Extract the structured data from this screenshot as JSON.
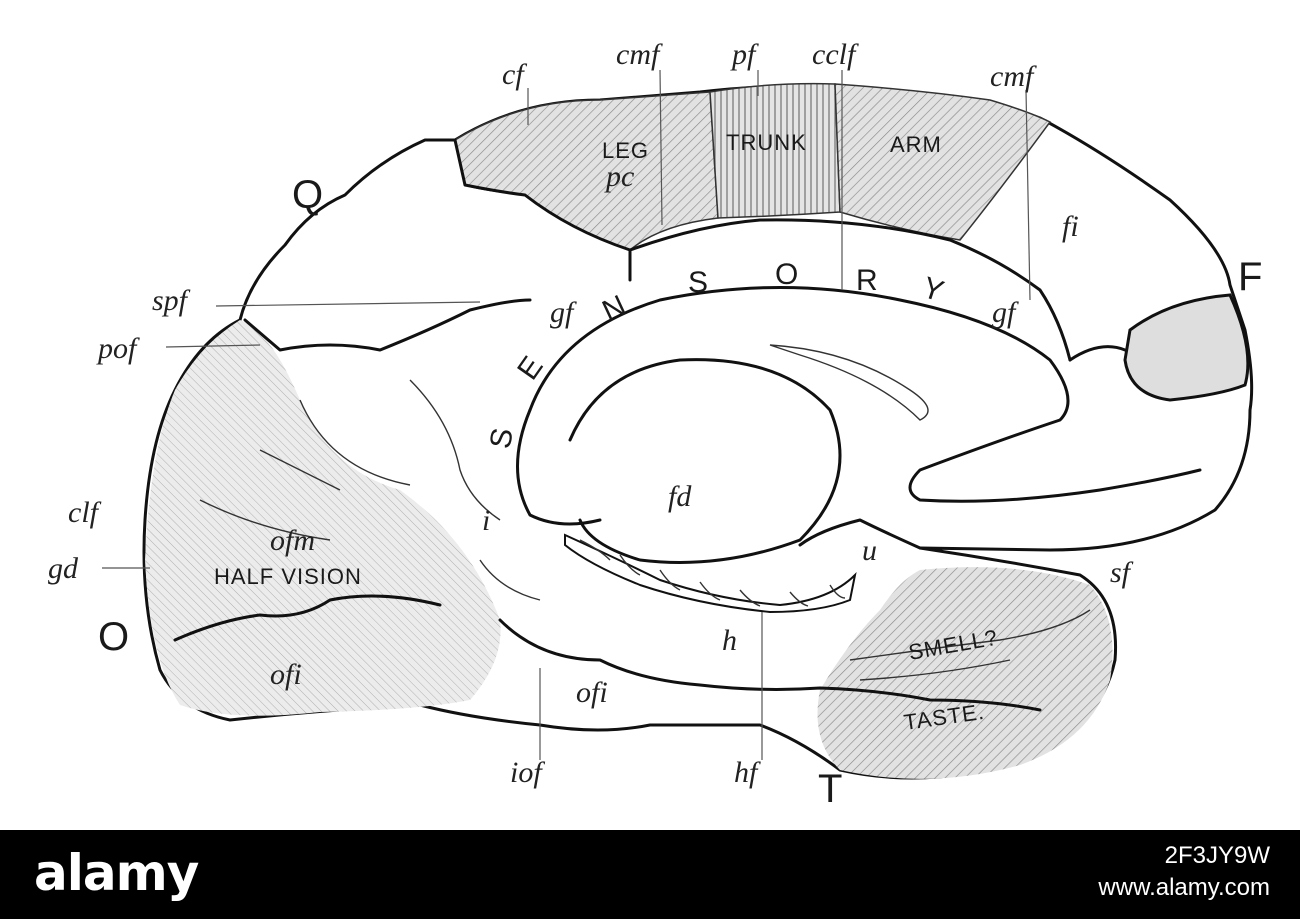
{
  "colors": {
    "shaded": "#dcdcdc",
    "outline": "#111111",
    "footer": "#000000",
    "footer_text": "#ffffff"
  },
  "regions": {
    "leg": "LEG",
    "trunk": "TRUNK",
    "arm": "ARM",
    "half_vision": "HALF VISION",
    "smell": "SMELL?",
    "taste": "TASTE."
  },
  "sensory_letters": [
    "S",
    "E",
    "N",
    "S",
    "O",
    "R",
    "Y"
  ],
  "lobes": {
    "Q": "Q",
    "F": "F",
    "O": "O",
    "T": "T"
  },
  "labels": {
    "cf": "cf",
    "cmf_top": "cmf",
    "pf": "pf",
    "cclf": "cclf",
    "cmf_right": "cmf",
    "pc": "pc",
    "fi": "fi",
    "spf": "spf",
    "pof": "pof",
    "gf_left": "gf",
    "gf_right": "gf",
    "clf": "clf",
    "gd": "gd",
    "ofm": "ofm",
    "ofi_left": "ofi",
    "ofi_mid": "ofi",
    "i": "i",
    "fd": "fd",
    "u": "u",
    "h": "h",
    "sf": "sf",
    "iof": "iof",
    "hf": "hf"
  },
  "footer": {
    "brand": "alamy",
    "image_id": "2F3JY9W",
    "site": "www.alamy.com"
  }
}
